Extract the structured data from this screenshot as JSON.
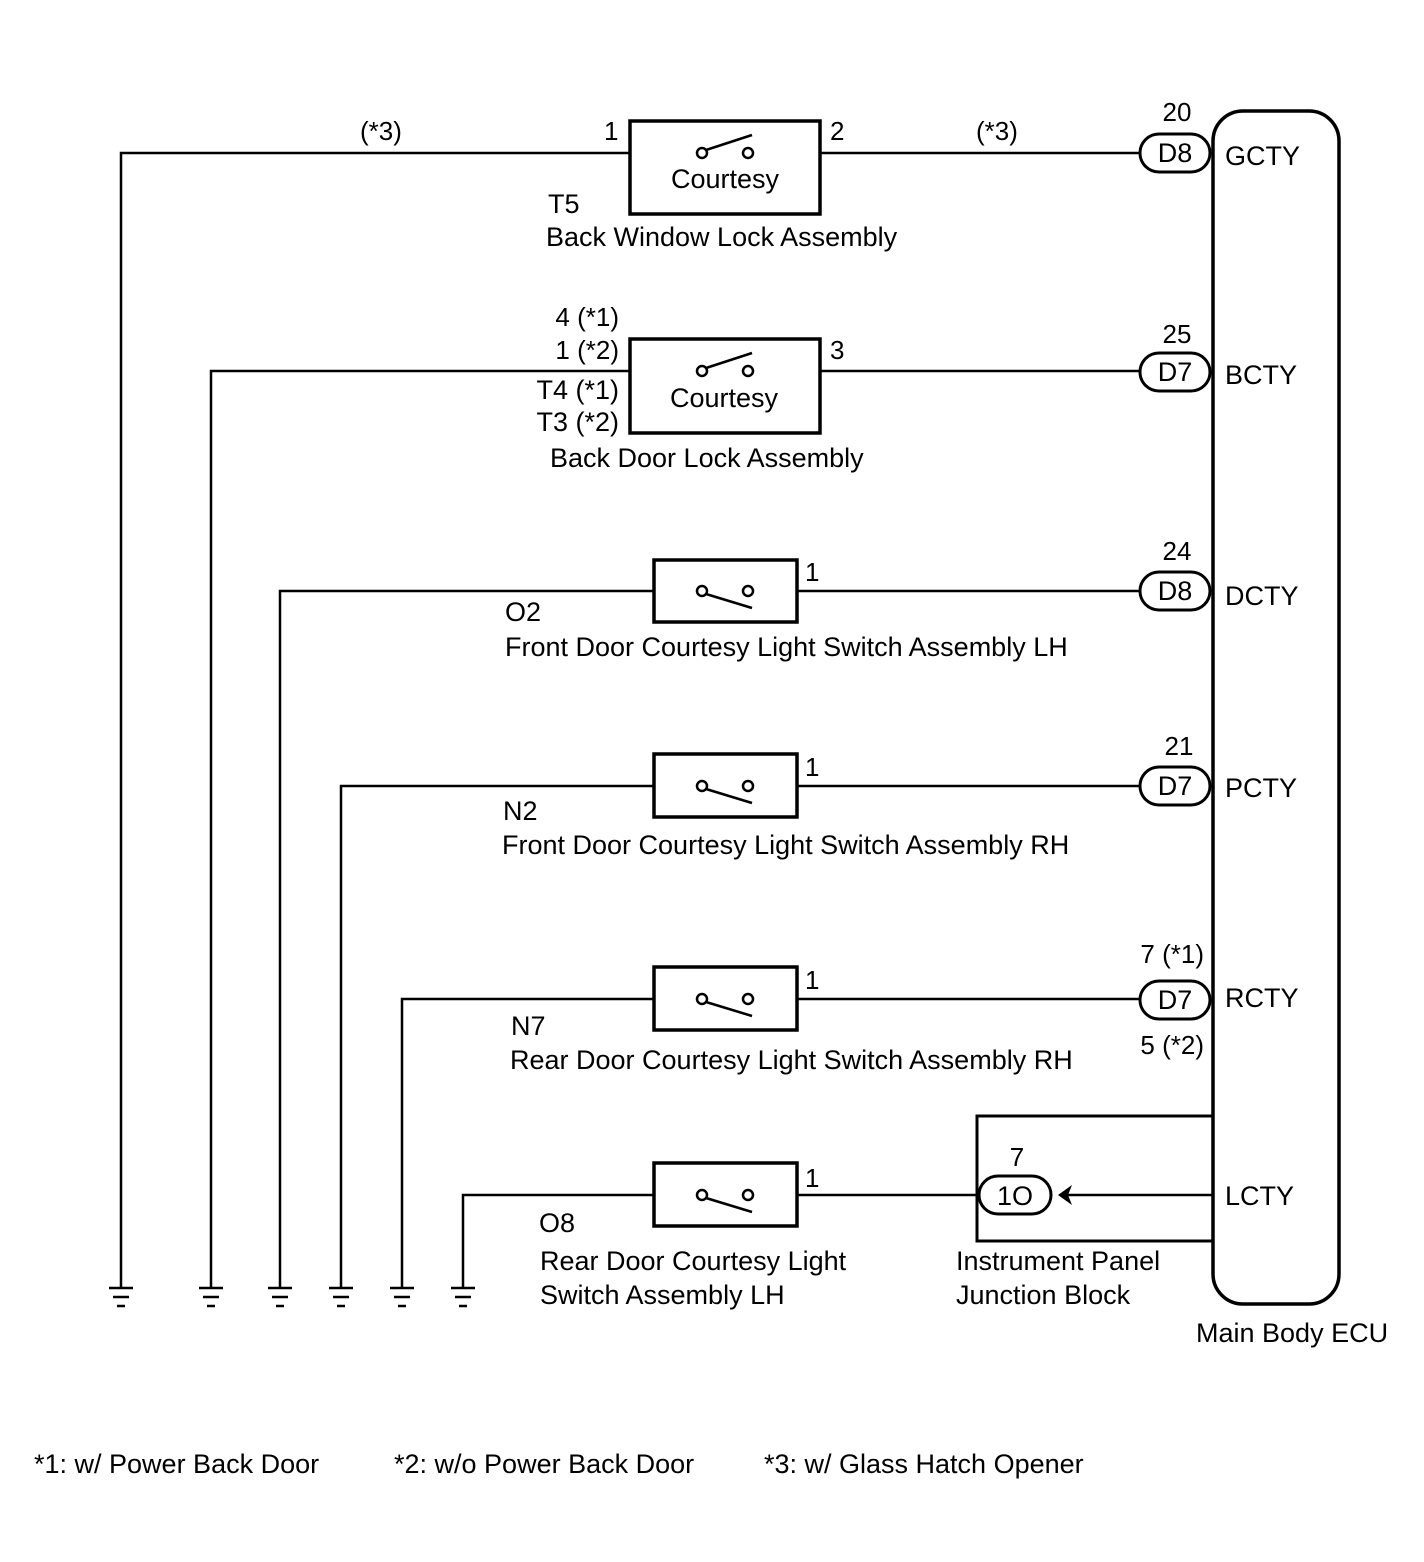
{
  "back_window_lock": {
    "connector": "T5",
    "name": "Back Window Lock Assembly",
    "switch_label": "Courtesy",
    "pin_left": "1",
    "pin_right": "2",
    "wire_note_left": "(*3)",
    "wire_note_right": "(*3)"
  },
  "back_door_lock": {
    "connector_1": "T4 (*1)",
    "connector_2": "T3 (*2)",
    "name": "Back Door Lock Assembly",
    "switch_label": "Courtesy",
    "pin_left_1": "4 (*1)",
    "pin_left_2": "1 (*2)",
    "pin_right": "3"
  },
  "front_door_lh": {
    "connector": "O2",
    "name": "Front Door Courtesy Light Switch Assembly LH",
    "pin": "1"
  },
  "front_door_rh": {
    "connector": "N2",
    "name": "Front Door Courtesy Light Switch Assembly RH",
    "pin": "1"
  },
  "rear_door_rh": {
    "connector": "N7",
    "name": "Rear Door Courtesy Light Switch Assembly RH",
    "pin": "1"
  },
  "rear_door_lh": {
    "connector": "O8",
    "name_line1": "Rear Door Courtesy Light",
    "name_line2": "Switch Assembly LH",
    "pin": "1"
  },
  "ecu": {
    "name": "Main Body ECU",
    "terminals": [
      {
        "signal": "GCTY",
        "connector": "D8",
        "pin": "20"
      },
      {
        "signal": "BCTY",
        "connector": "D7",
        "pin": "25"
      },
      {
        "signal": "DCTY",
        "connector": "D8",
        "pin": "24"
      },
      {
        "signal": "PCTY",
        "connector": "D7",
        "pin": "21"
      },
      {
        "signal": "RCTY",
        "connector": "D7",
        "pin": "7 (*1)",
        "pin_alt": "5 (*2)"
      },
      {
        "signal": "LCTY"
      }
    ]
  },
  "junction_block": {
    "name_line1": "Instrument Panel",
    "name_line2": "Junction Block",
    "connector": "1O",
    "pin": "7"
  },
  "footnotes": [
    "*1: w/ Power Back Door",
    "*2: w/o Power Back Door",
    "*3: w/ Glass Hatch Opener"
  ]
}
